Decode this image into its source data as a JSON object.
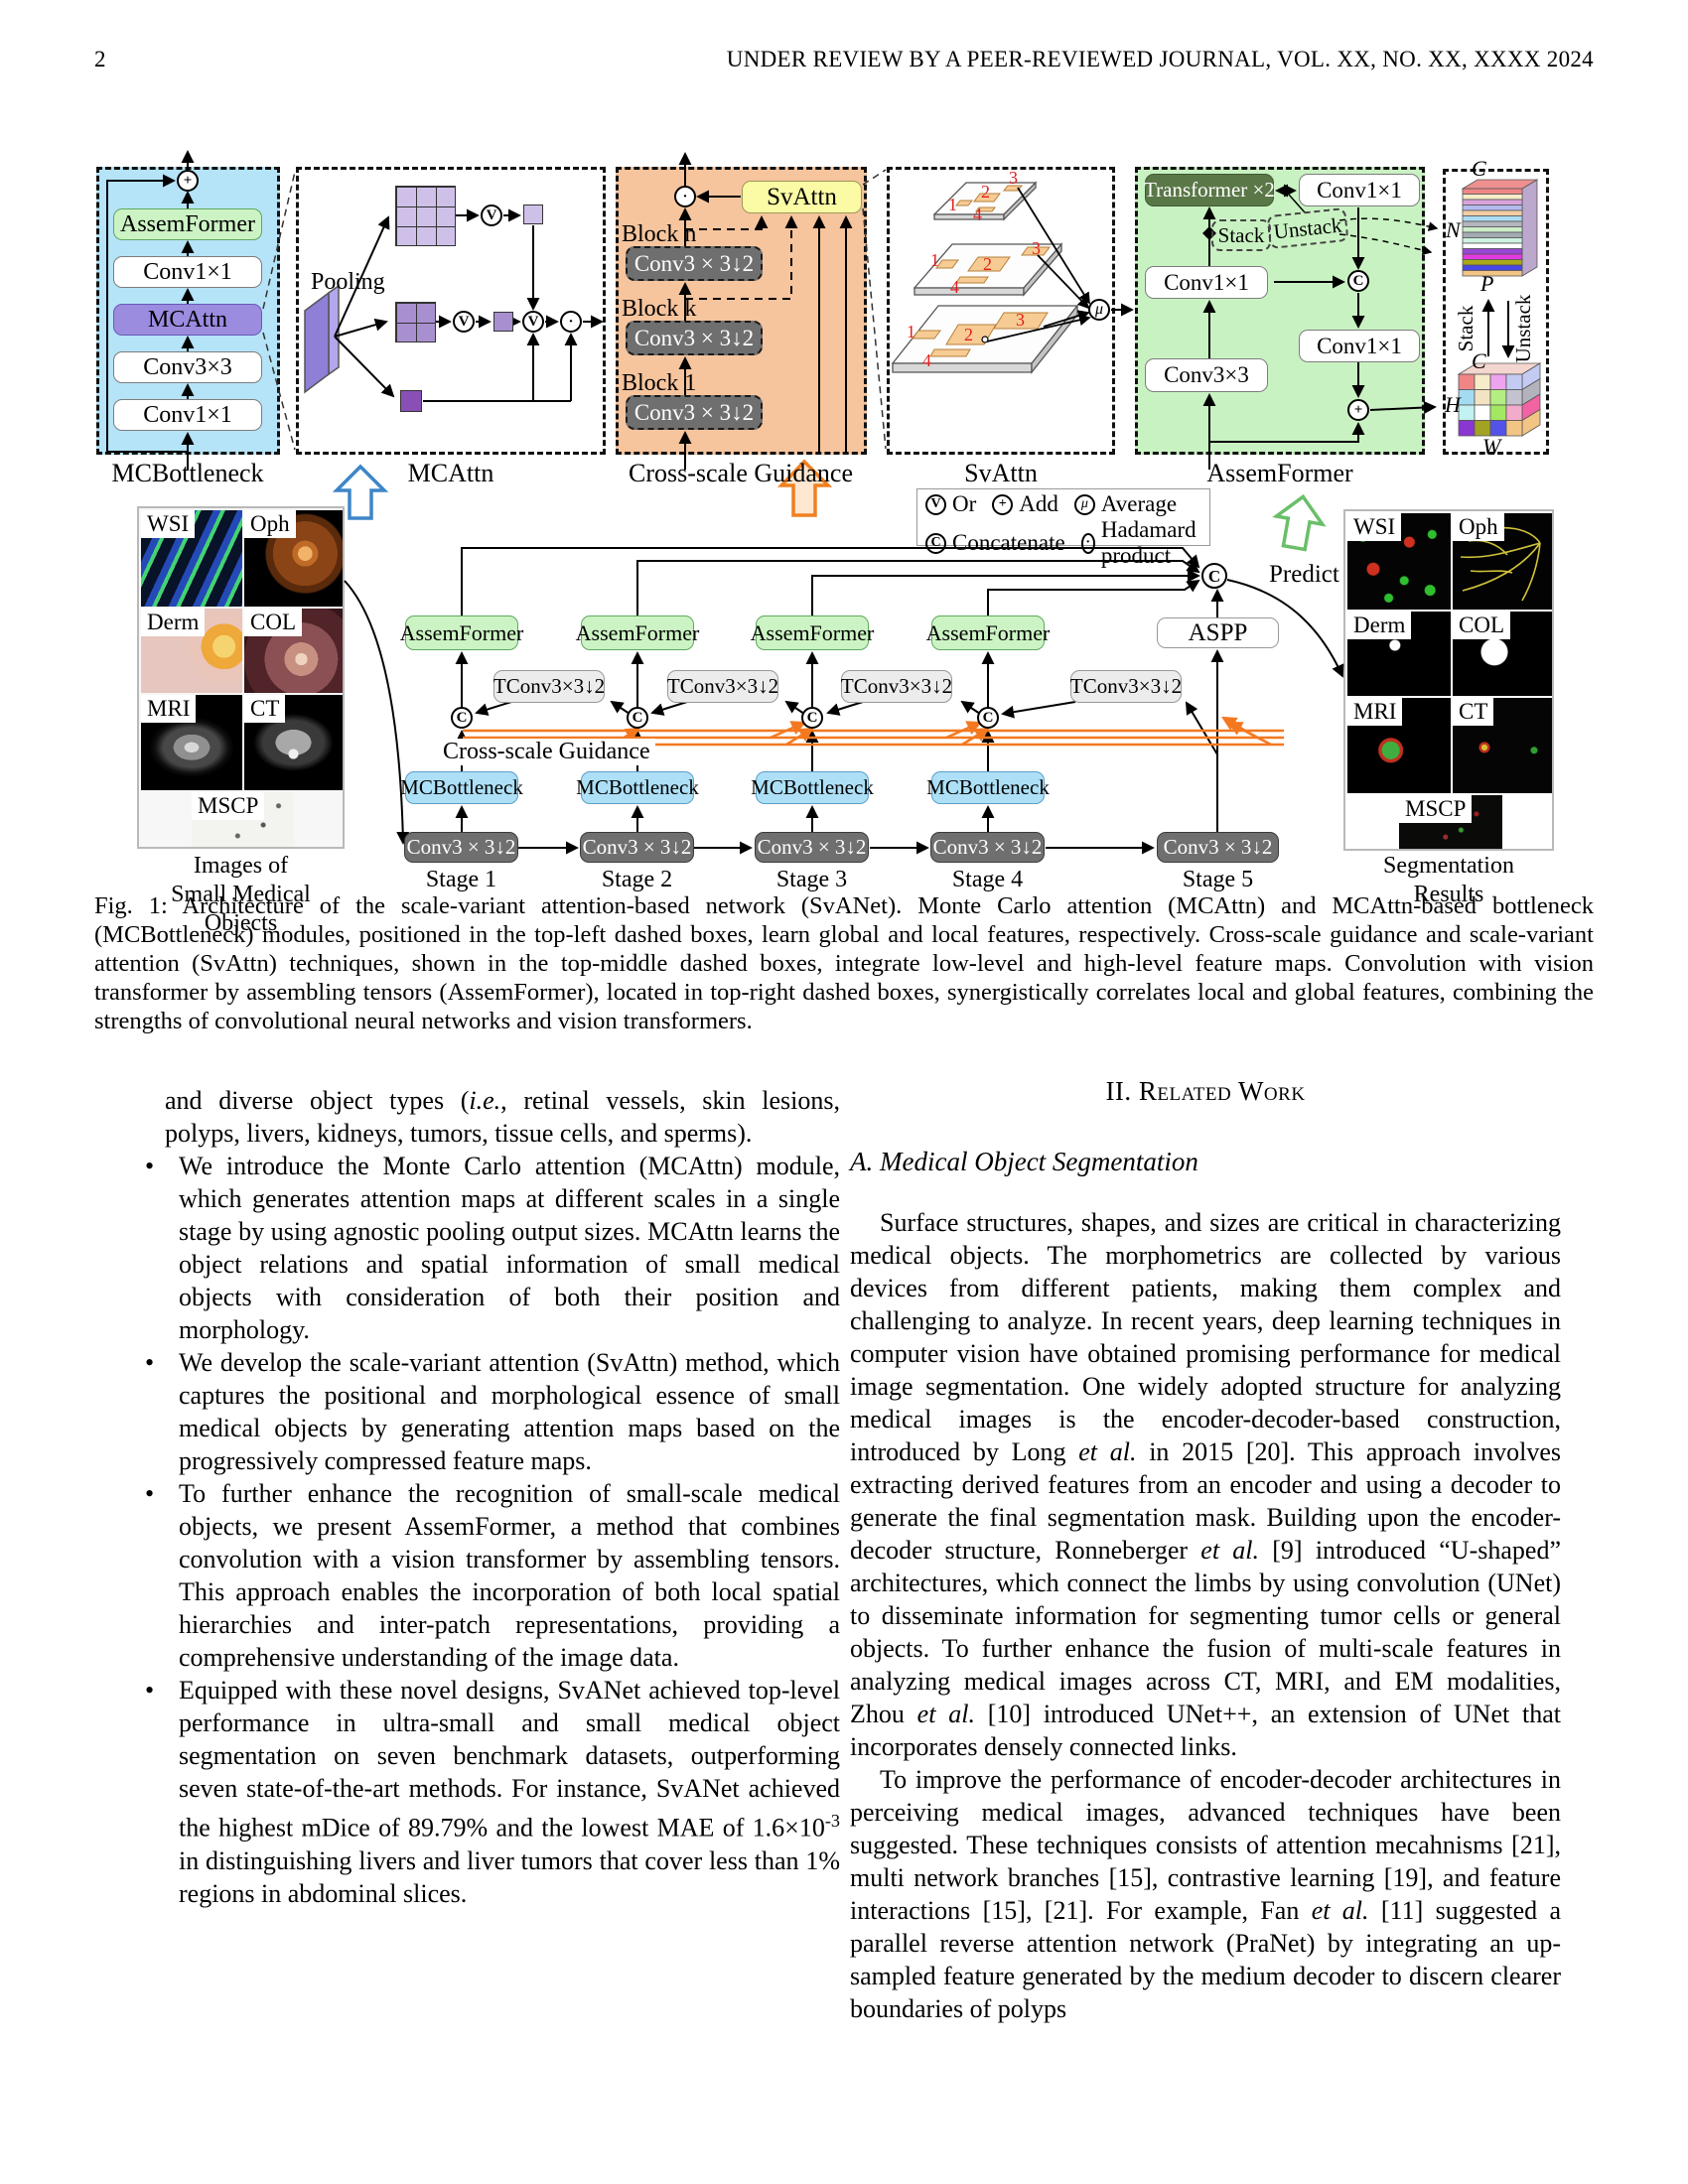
{
  "page": {
    "number": "2",
    "header": "UNDER REVIEW BY A PEER-REVIEWED JOURNAL, VOL. XX, NO. XX, XXXX 2024"
  },
  "figure": {
    "syms": {
      "or": "V",
      "add": "+",
      "avg": "μ",
      "cat": "C",
      "had": "·"
    },
    "panels": {
      "mcbottleneck": {
        "label": "MCBottleneck",
        "layers": [
          "AssemFormer",
          "Conv1×1",
          "MCAttn",
          "Conv3×3",
          "Conv1×1"
        ]
      },
      "mcattn": {
        "label": "MCAttn",
        "pooling": "Pooling"
      },
      "csg": {
        "label": "Cross-scale Guidance",
        "svattn": "SvAttn",
        "conv": "Conv3 × 3↓2",
        "blocks": [
          "Block n",
          "Block k",
          "Block 1"
        ]
      },
      "svattn": {
        "label": "SvAttn",
        "patches": [
          "1",
          "2",
          "3",
          "4"
        ]
      },
      "assemformer": {
        "label": "AssemFormer",
        "transformer": "Transformer ×2",
        "conv1": "Conv1×1",
        "conv3": "Conv3×3",
        "stack": "Stack",
        "unstack": "Unstack"
      },
      "tensor": {
        "c": "C",
        "n": "N",
        "p": "P",
        "h": "H",
        "w": "W",
        "stack": "Stack",
        "unstack": "Unstack"
      }
    },
    "legend": {
      "items": [
        {
          "symbol": "V",
          "label": "Or"
        },
        {
          "symbol": "+",
          "label": "Add"
        },
        {
          "symbol": "μ",
          "label": "Average"
        },
        {
          "symbol": "C",
          "label": "Concatenate"
        },
        {
          "symbol": "·",
          "label": "Hadamard product"
        }
      ]
    },
    "pipe": {
      "conv": "Conv3 × 3↓2",
      "tconv": "TConv3×3↓2",
      "mcbottleneck": "MCBottleneck",
      "assemformer": "AssemFormer",
      "aspp": "ASPP",
      "predict": "Predict",
      "csg": "Cross-scale Guidance",
      "stages": [
        "Stage 1",
        "Stage 2",
        "Stage 3",
        "Stage 4",
        "Stage 5"
      ]
    },
    "modalities": [
      "WSI",
      "Oph",
      "Derm",
      "COL",
      "MRI",
      "CT",
      "MSCP"
    ],
    "input_caption": [
      "Images of",
      "Small Medical Objects"
    ],
    "output_caption": [
      "Segmentation",
      "Results"
    ],
    "caption": "Fig. 1: Architecture of the scale-variant attention-based network (SvANet). Monte Carlo attention (MCAttn) and MCAttn-based bottleneck (MCBottleneck) modules, positioned in the top-left dashed boxes, learn global and local features, respectively. Cross-scale guidance and scale-variant attention (SvAttn) techniques, shown in the top-middle dashed boxes, integrate low-level and high-level feature maps. Convolution with vision transformer by assembling tensors (AssemFormer), located in top-right dashed boxes, synergistically correlates local and global features, combining the strengths of convolutional neural networks and vision transformers."
  },
  "body": {
    "left": {
      "continuation": "and diverse object types (<i>i.e.</i>, retinal vessels, skin lesions, polyps, livers, kidneys, tumors, tissue cells, and sperms).",
      "bullets": [
        "We introduce the Monte Carlo attention (MCAttn) module, which generates attention maps at different scales in a single stage by using agnostic pooling output sizes. MCAttn learns the object relations and spatial information of small medical objects with consideration of both their position and morphology.",
        "We develop the scale-variant attention (SvAttn) method, which captures the positional and morphological essence of small medical objects by generating attention maps based on the progressively compressed feature maps.",
        "To further enhance the recognition of small-scale medical objects, we present AssemFormer, a method that combines convolution with a vision transformer by assembling tensors. This approach enables the incorporation of both local spatial hierarchies and inter-patch representations, providing a comprehensive understanding of the image data.",
        "Equipped with these novel designs, SvANet achieved top-level performance in ultra-small and small medical object segmentation on seven benchmark datasets, outperforming seven state-of-the-art methods. For instance, SvANet achieved the highest mDice of 89.79% and the lowest MAE of 1.6×10<sup>-3</sup> in distinguishing livers and liver tumors that cover less than 1% regions in abdominal slices."
      ]
    },
    "right": {
      "section_heading": "II.  Related Work",
      "subsection_heading": "A.  Medical Object Segmentation",
      "paragraphs": [
        "Surface structures, shapes, and sizes are critical in characterizing medical objects. The morphometrics are collected by various devices from different patients, making them complex and challenging to analyze. In recent years, deep learning techniques in computer vision have obtained promising performance for medical image segmentation. One widely adopted structure for analyzing medical images is the encoder-decoder-based construction, introduced by Long <i>et al.</i> in 2015 [20]. This approach involves extracting derived features from an encoder and using a decoder to generate the final segmentation mask. Building upon the encoder-decoder structure, Ronneberger <i>et al.</i> [9] introduced “U-shaped” architectures, which connect the limbs by using convolution (UNet) to disseminate information for segmenting tumor cells or general objects. To further enhance the fusion of multi-scale features in analyzing medical images across CT, MRI, and EM modalities, Zhou <i>et al.</i> [10] introduced UNet++, an extension of UNet that incorporates densely connected links.",
        "To improve the performance of encoder-decoder architectures in perceiving medical images, advanced techniques have been suggested. These techniques consists of attention mecahnisms [21], multi network branches [15], contrastive learning [19], and feature interactions [15], [21]. For example, Fan <i>et al.</i> [11] suggested a parallel reverse attention network (PraNet) by integrating an up-sampled feature generated by the medium decoder to discern clearer boundaries of polyps"
      ]
    }
  },
  "colors": {
    "mcbottleneck_panel": "#b5e3f7",
    "csg_panel": "#f6c49d",
    "assemformer_panel": "#c9f2c2",
    "mcattn_node": "#9b8ce0",
    "svattn_node": "#fbfba5",
    "transformer_node": "#5a7847",
    "conv_dark_node": "#6f6f6f",
    "tconv_node": "#ececec",
    "assemformer_node": "#ccf3c4",
    "mcbottleneck_node": "#ade0f7",
    "guidance_line": "#f4781f",
    "arrow_blue": "#3d85c8",
    "arrow_orange": "#f08020",
    "arrow_green": "#6abf69"
  }
}
